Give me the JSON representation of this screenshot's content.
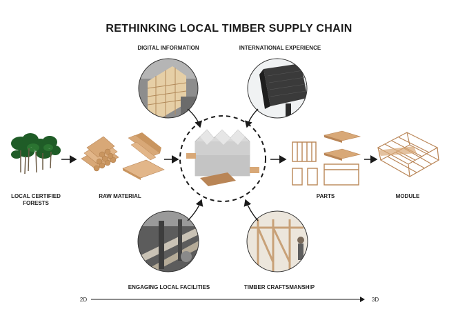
{
  "title": "RETHINKING LOCAL TIMBER SUPPLY CHAIN",
  "labels": {
    "digital_information": "DIGITAL INFORMATION",
    "international_experience": "INTERNATIONAL EXPERIENCE",
    "local_certified_forests": "LOCAL CERTIFIED FORESTS",
    "raw_material": "RAW MATERIAL",
    "parts": "PARTS",
    "module": "MODULE",
    "engaging_local_facilities": "ENGAGING LOCAL FACILITIES",
    "timber_craftsmanship": "TIMBER CRAFTSMANSHIP"
  },
  "axis": {
    "start": "2D",
    "end": "3D"
  },
  "colors": {
    "wood": "#d8a877",
    "wood_dark": "#b98556",
    "grey_module": "#cfcfcf",
    "arrow": "#1a1a1a"
  }
}
